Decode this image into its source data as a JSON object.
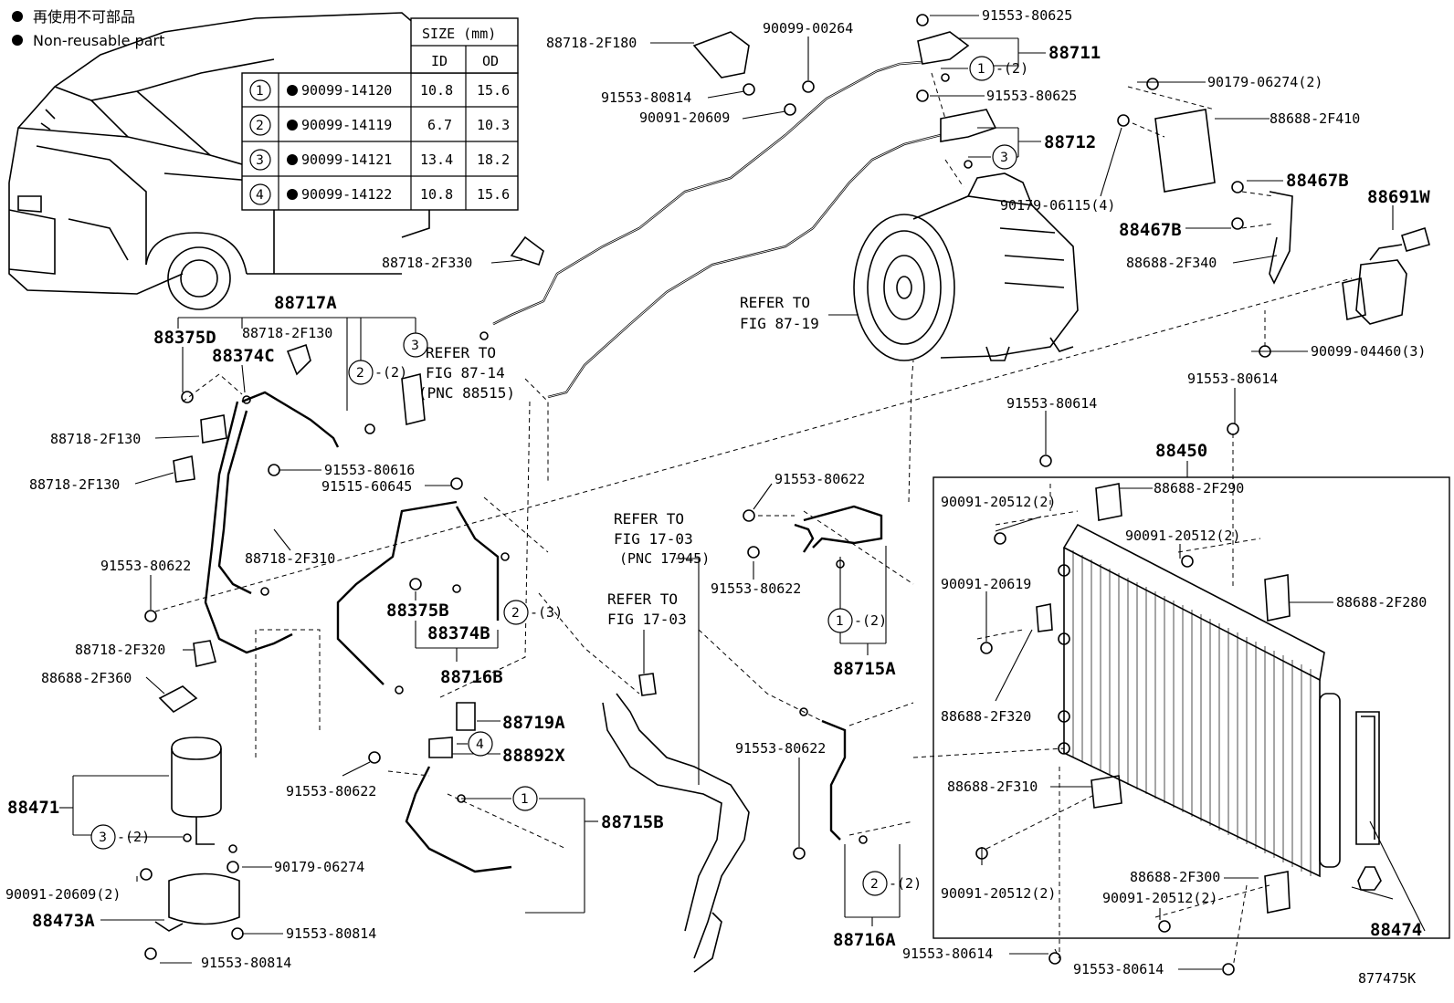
{
  "legend": {
    "line1": "再使用不可部品",
    "line2": "Non-reusable part"
  },
  "size_table": {
    "header": "SIZE (mm)",
    "col_id": "ID",
    "col_od": "OD",
    "rows": [
      {
        "num": "1",
        "part": "90099-14120",
        "id": "10.8",
        "od": "15.6"
      },
      {
        "num": "2",
        "part": "90099-14119",
        "id": "6.7",
        "od": "10.3"
      },
      {
        "num": "3",
        "part": "90099-14121",
        "id": "13.4",
        "od": "18.2"
      },
      {
        "num": "4",
        "part": "90099-14122",
        "id": "10.8",
        "od": "15.6"
      }
    ]
  },
  "labels": {
    "p88718_2F180": "88718-2F180",
    "p90099_00264": "90099-00264",
    "p91553_80625a": "91553-80625",
    "p88711": "88711",
    "p91553_80814a": "91553-80814",
    "p90091_20609a": "90091-20609",
    "p91553_80625b": "91553-80625",
    "p88712": "88712",
    "p90179_06274_2": "90179-06274(2)",
    "p88688_2F410": "88688-2F410",
    "p88467B_a": "88467B",
    "p90179_06115_4": "90179-06115(4)",
    "p88467B_b": "88467B",
    "p88691W": "88691W",
    "p88718_2F330": "88718-2F330",
    "p88688_2F340": "88688-2F340",
    "refer_87_19_a": "REFER TO",
    "refer_87_19_b": "FIG 87-19",
    "p88717A": "88717A",
    "p88375D": "88375D",
    "p88718_2F130_top": "88718-2F130",
    "p88374C": "88374C",
    "refer_87_14_a": "REFER TO",
    "refer_87_14_b": "FIG 87-14",
    "refer_87_14_c": "(PNC 88515)",
    "p90099_04460_3": "90099-04460(3)",
    "p91553_80614_a": "91553-80614",
    "p91553_80614_b": "91553-80614",
    "p88450": "88450",
    "p88718_2F130_b": "88718-2F130",
    "p91553_80616": "91553-80616",
    "p91515_60645": "91515-60645",
    "p88718_2F130_c": "88718-2F130",
    "p91553_80622_a": "91553-80622",
    "p88688_2F290": "88688-2F290",
    "p90091_20512_2a": "90091-20512(2)",
    "refer_17_03a_a": "REFER TO",
    "refer_17_03a_b": "FIG 17-03",
    "refer_17_03a_c": "(PNC 17945)",
    "p90091_20512_2b": "90091-20512(2)",
    "p88718_2F310": "88718-2F310",
    "p91553_80622_b": "91553-80622",
    "p91553_80622_c": "91553-80622",
    "p90091_20619": "90091-20619",
    "p88688_2F280": "88688-2F280",
    "refer_17_03b_a": "REFER TO",
    "refer_17_03b_b": "FIG 17-03",
    "p88375B": "88375B",
    "p88374B": "88374B",
    "p88718_2F320_a": "88718-2F320",
    "p88716B": "88716B",
    "p88715A": "88715A",
    "p88688_2F320_b": "88688-2F320",
    "p88688_2F360": "88688-2F360",
    "p88719A": "88719A",
    "p88892X": "88892X",
    "p91553_80622_d": "91553-80622",
    "p91553_80622_e": "91553-80622",
    "p88471": "88471",
    "p88715B": "88715B",
    "p88688_2F310": "88688-2F310",
    "p90179_06274": "90179-06274",
    "p90091_20609_2": "90091-20609(2)",
    "p90091_20512_2c": "90091-20512(2)",
    "p88688_2F300": "88688-2F300",
    "p90091_20512_2d": "90091-20512(2)",
    "p88473A": "88473A",
    "p91553_80814_b": "91553-80814",
    "p88474": "88474",
    "p88716A": "88716A",
    "p91553_80814_c": "91553-80814",
    "p91553_80614_c": "91553-80614",
    "p91553_80614_d": "91553-80614",
    "fig_code": "877475K"
  },
  "callouts": {
    "c1_88711": "1",
    "c1_88711_q": "-(2)",
    "c3_88712": "3",
    "c2_88717A": "2",
    "c2_88717A_q": "-(2)",
    "c3_88717A": "3",
    "c2_88716B": "2",
    "c2_88716B_q": "-(3)",
    "c1_88715A": "1",
    "c1_88715A_q": "-(2)",
    "c4_88719A": "4",
    "c1_88715B": "1",
    "c3_88471": "3",
    "c3_88471_q": "-(2)",
    "c2_88716A": "2",
    "c2_88716A_q": "-(2)"
  }
}
